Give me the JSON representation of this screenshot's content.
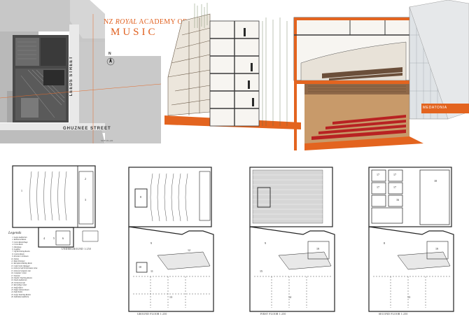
{
  "title": {
    "line1_prefix": "NZ ",
    "line1_italic": "ROYAL",
    "line1_suffix": " ACADEMY OF",
    "line2": "MUSIC"
  },
  "site": {
    "street_vertical": "LEEDS STREET",
    "street_horizontal": "GHUZNEE STREET",
    "scale": "SITE PLAN",
    "north": "N"
  },
  "section": {
    "brand": "MEDATONIA"
  },
  "legend": {
    "heading": "Legends",
    "items": [
      "Large Auditorium",
      "Rehearsal Room",
      "Green Room/Stage",
      "Cross Room",
      "Workshop",
      "Loading",
      "Off Practicing Rooms",
      "Control Room",
      "Practice Cell Room",
      "Toilets",
      "Main Entrance",
      "Reception/Waiting Room",
      "Cafe/Centre Manager",
      "Library/Café Performance Area",
      "Library/Computer Lab",
      "Computer Center",
      "Tutorial",
      "Smaller Teaching Rooms",
      "Small Auditorium",
      "Orchestral Lab",
      "Recording Center",
      "Staff Offices",
      "Staff Common Room",
      "Staff Toilets",
      "Large Teaching Rooms",
      "Individual Auditoria"
    ]
  },
  "plans": [
    {
      "caption": "UNDERGROUND   1:250"
    },
    {
      "caption": "GROUND FLOOR   1:250"
    },
    {
      "caption": "FIRST FLOOR   1:250"
    },
    {
      "caption": "SECOND FLOOR   1:250"
    }
  ],
  "room_numbers": {
    "ug": [
      "1",
      "2",
      "3",
      "4",
      "5",
      "6"
    ],
    "gf": [
      "8",
      "9",
      "10",
      "11",
      "12",
      "13"
    ],
    "ff": [
      "9",
      "14",
      "15",
      "19"
    ],
    "sf": [
      "17",
      "17",
      "17",
      "17",
      "16",
      "18",
      "8",
      "19",
      "13"
    ]
  }
}
